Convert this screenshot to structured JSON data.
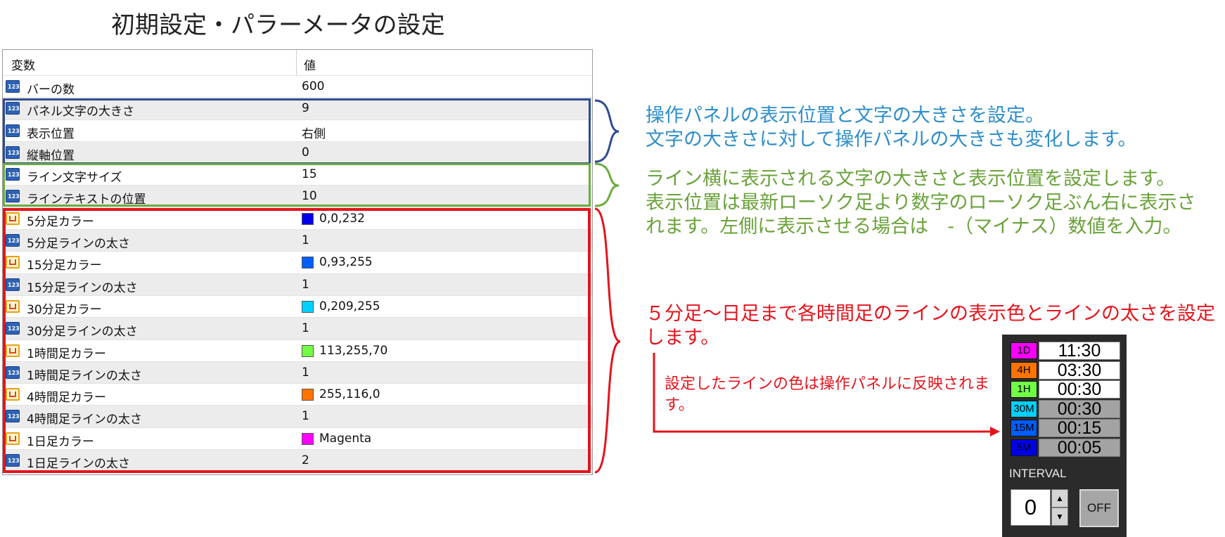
{
  "title": "初期設定・パラーメータの設定",
  "table": {
    "headers": [
      "変数",
      "値"
    ],
    "rows": [
      {
        "name": "バーの数",
        "value": "600",
        "icon": "number-icon"
      },
      {
        "name": "パネル文字の大きさ",
        "value": "9",
        "icon": "number-icon"
      },
      {
        "name": "表示位置",
        "value": "右側",
        "icon": "number-icon"
      },
      {
        "name": "縦軸位置",
        "value": "0",
        "icon": "number-icon"
      },
      {
        "name": "ライン文字サイズ",
        "value": "15",
        "icon": "number-icon"
      },
      {
        "name": "ラインテキストの位置",
        "value": "10",
        "icon": "number-icon"
      },
      {
        "name": "5分足カラー",
        "value": "0,0,232",
        "icon": "color-icon",
        "swatch": "#0000e8"
      },
      {
        "name": "5分足ラインの太さ",
        "value": "1",
        "icon": "number-icon"
      },
      {
        "name": "15分足カラー",
        "value": "0,93,255",
        "icon": "color-icon",
        "swatch": "#005dff"
      },
      {
        "name": "15分足ラインの太さ",
        "value": "1",
        "icon": "number-icon"
      },
      {
        "name": "30分足カラー",
        "value": "0,209,255",
        "icon": "color-icon",
        "swatch": "#00d1ff"
      },
      {
        "name": "30分足ラインの太さ",
        "value": "1",
        "icon": "number-icon"
      },
      {
        "name": "1時間足カラー",
        "value": "113,255,70",
        "icon": "color-icon",
        "swatch": "#71ff46"
      },
      {
        "name": "1時間足ラインの太さ",
        "value": "1",
        "icon": "number-icon"
      },
      {
        "name": "4時間足カラー",
        "value": "255,116,0",
        "icon": "color-icon",
        "swatch": "#ff7400"
      },
      {
        "name": "4時間足ラインの太さ",
        "value": "1",
        "icon": "number-icon"
      },
      {
        "name": "1日足カラー",
        "value": "Magenta",
        "icon": "color-icon",
        "swatch": "#ff00ff"
      },
      {
        "name": "1日足ラインの太さ",
        "value": "2",
        "icon": "number-icon"
      }
    ]
  },
  "notes": {
    "blue": "操作パネルの表示位置と文字の大きさを設定。\n文字の大きさに対して操作パネルの大きさも変化します。",
    "green": "ライン横に表示される文字の大きさと表示位置を設定します。\n表示位置は最新ローソク足より数字のローソク足ぶん右に表示されます。左側に表示させる場合は　-（マイナス）数値を入力。",
    "red": "５分足〜日足まで各時間足のラインの表示色とラインの太さを設定します。",
    "small": "設定したラインの色は操作パネルに反映されます。"
  },
  "panel": {
    "timeframes": [
      {
        "label": "1D",
        "time": "11:30",
        "color": "#ff00ff",
        "bg": "#ffffff"
      },
      {
        "label": "4H",
        "time": "03:30",
        "color": "#ff7400",
        "bg": "#ffffff"
      },
      {
        "label": "1H",
        "time": "00:30",
        "color": "#71ff46",
        "bg": "#ffffff"
      },
      {
        "label": "30M",
        "time": "00:30",
        "color": "#00d1ff",
        "bg": "#a3a3a3"
      },
      {
        "label": "15M",
        "time": "00:15",
        "color": "#005dff",
        "bg": "#a3a3a3"
      },
      {
        "label": "5M",
        "time": "00:05",
        "color": "#0000e8",
        "bg": "#a3a3a3"
      }
    ],
    "interval_label": "INTERVAL",
    "interval_value": "0",
    "up_glyph": "▲",
    "down_glyph": "▼",
    "off_label": "OFF"
  }
}
